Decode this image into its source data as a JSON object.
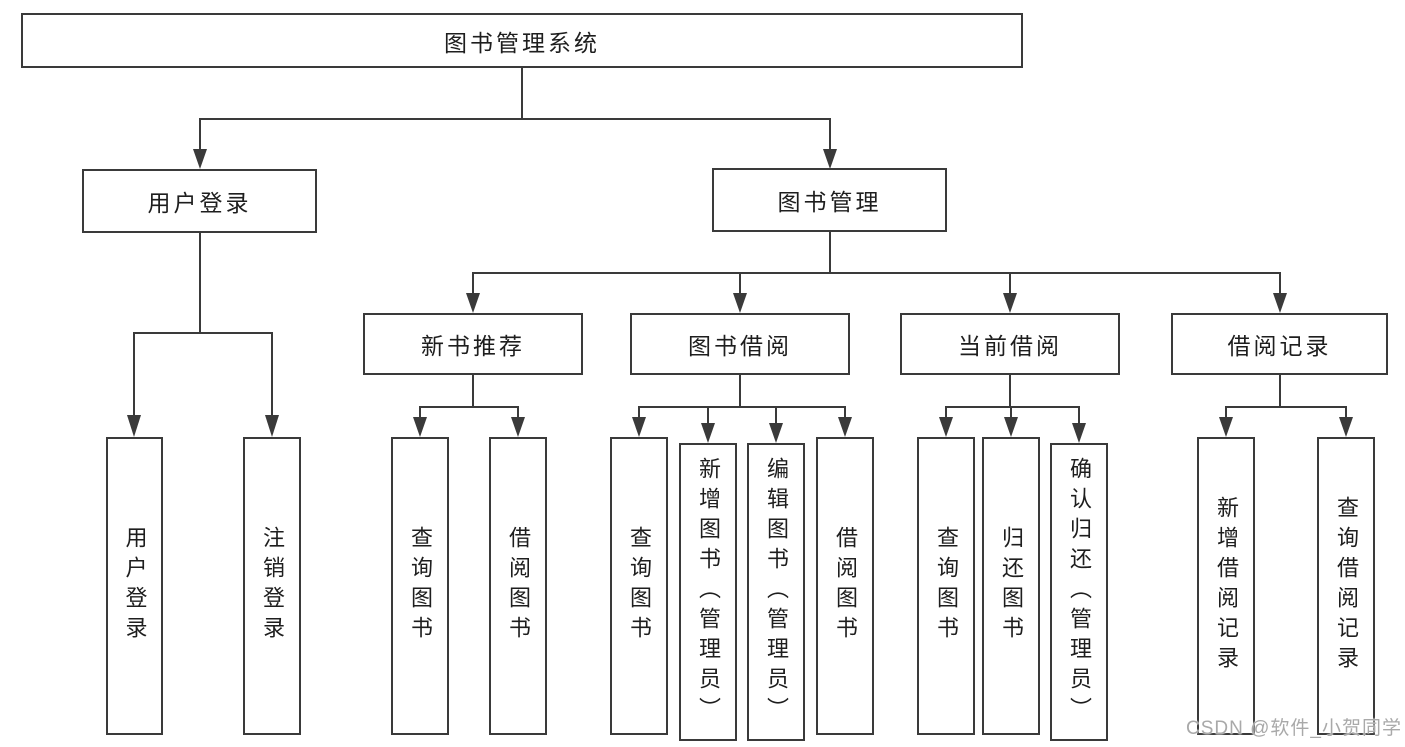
{
  "diagram": {
    "root": {
      "label": "图书管理系统"
    },
    "branches": [
      {
        "label": "用户登录",
        "children": [
          {
            "label": "用户登录"
          },
          {
            "label": "注销登录"
          }
        ]
      },
      {
        "label": "图书管理",
        "children": [
          {
            "label": "新书推荐",
            "children": [
              {
                "label": "查询图书"
              },
              {
                "label": "借阅图书"
              }
            ]
          },
          {
            "label": "图书借阅",
            "children": [
              {
                "label": "查询图书"
              },
              {
                "label": "新增图书（管理员）"
              },
              {
                "label": "编辑图书（管理员）"
              },
              {
                "label": "借阅图书"
              }
            ]
          },
          {
            "label": "当前借阅",
            "children": [
              {
                "label": "查询图书"
              },
              {
                "label": "归还图书"
              },
              {
                "label": "确认归还（管理员）"
              }
            ]
          },
          {
            "label": "借阅记录",
            "children": [
              {
                "label": "新增借阅记录"
              },
              {
                "label": "查询借阅记录"
              }
            ]
          }
        ]
      }
    ]
  },
  "watermark": {
    "text": "CSDN @软件_小贺同学"
  },
  "colors": {
    "line": "#3a3a3a",
    "box_border": "#3a3a3a",
    "text": "#1e1e1e",
    "background": "#ffffff",
    "watermark": "#a4a4a4"
  }
}
